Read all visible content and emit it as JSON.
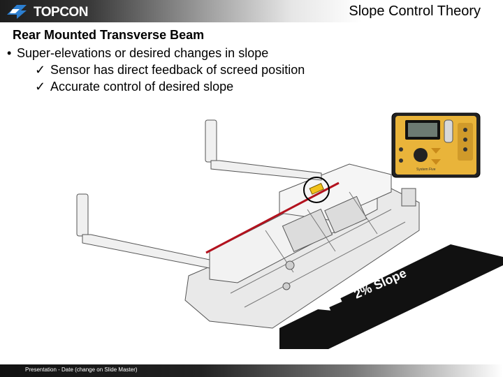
{
  "brand": {
    "name": "TOPCON",
    "logo_icon": "topcon-arrow-logo-icon"
  },
  "slide": {
    "title": "Slope Control Theory",
    "heading": "Rear Mounted Transverse Beam",
    "bullet": "Super-elevations or desired changes in slope",
    "bullet_icon": "bullet-dot-icon",
    "checks": [
      "Sensor has direct feedback of screed position",
      "Accurate control of desired slope"
    ],
    "check_icon": "checkmark-icon"
  },
  "figure": {
    "slope_label": "2% Slope",
    "control_box": {
      "description_icon": "control-box-icon",
      "badge": "System Five"
    },
    "colors": {
      "beam": "#b3121e",
      "sensor": "#f2c21a",
      "ground": "#111111",
      "machine": "#e8e8e8"
    }
  },
  "footer": {
    "text": "Presentation - Date (change on Slide Master)"
  }
}
